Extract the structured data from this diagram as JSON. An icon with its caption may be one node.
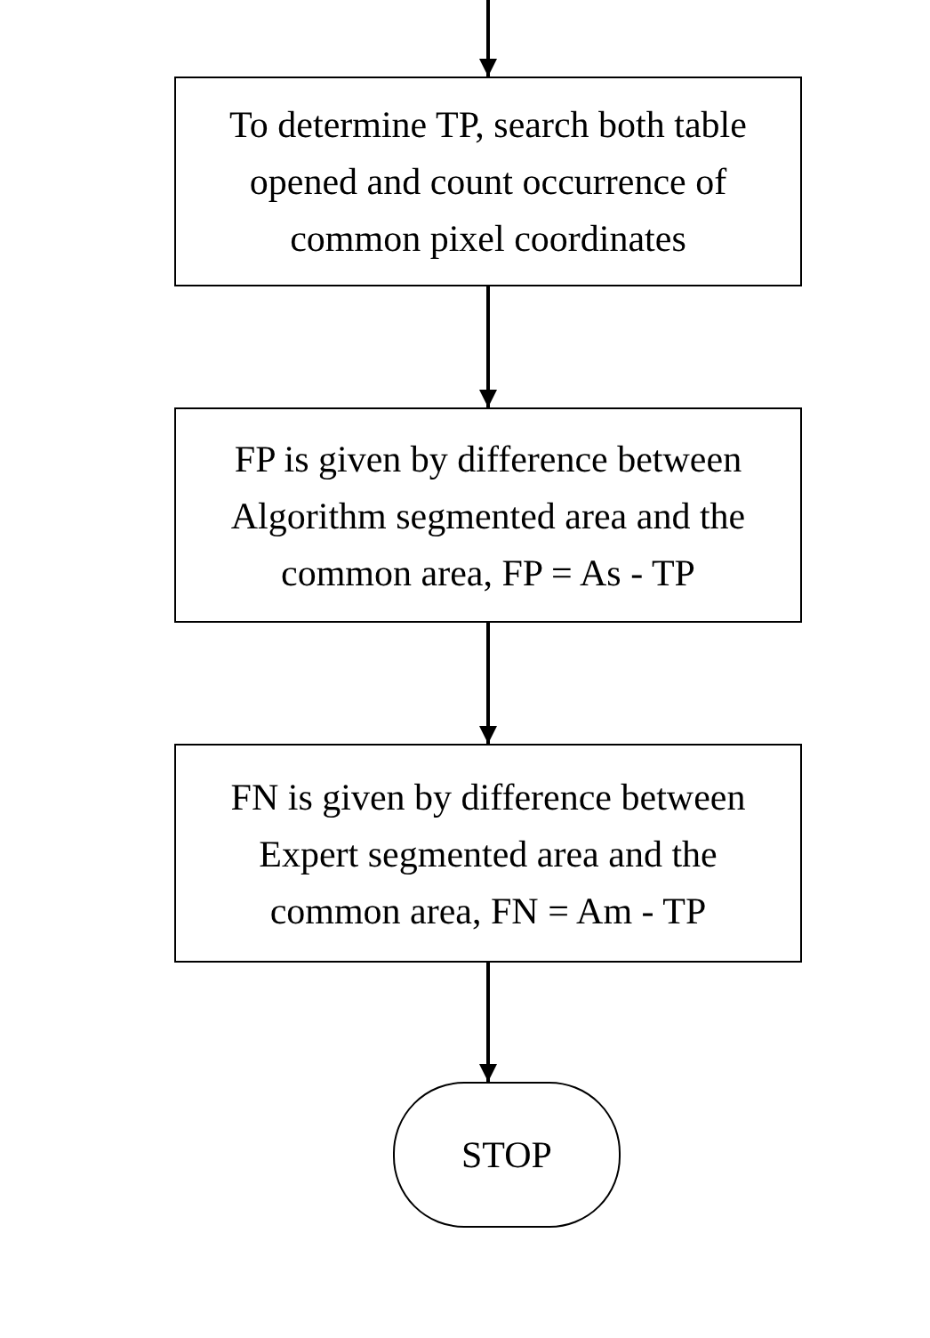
{
  "diagram": {
    "nodes": [
      {
        "text": [
          "To determine TP, search both table opened and count occurrence of common pixel coordinates"
        ]
      },
      {
        "text": [
          "FP is given by difference between Algorithm segmented area and the common area, FP = As - TP"
        ]
      },
      {
        "text": [
          "FN is given by difference between Expert segmented area and the common area, FN = Am - TP"
        ]
      },
      {
        "text": [
          "STOP"
        ]
      }
    ],
    "edges": [
      {
        "from": null,
        "to": 0,
        "arrow": "to"
      },
      {
        "from": 0,
        "to": 1,
        "arrow": "to"
      },
      {
        "from": 1,
        "to": 2,
        "arrow": "to"
      },
      {
        "from": 2,
        "to": 3,
        "arrow": "to"
      }
    ]
  }
}
